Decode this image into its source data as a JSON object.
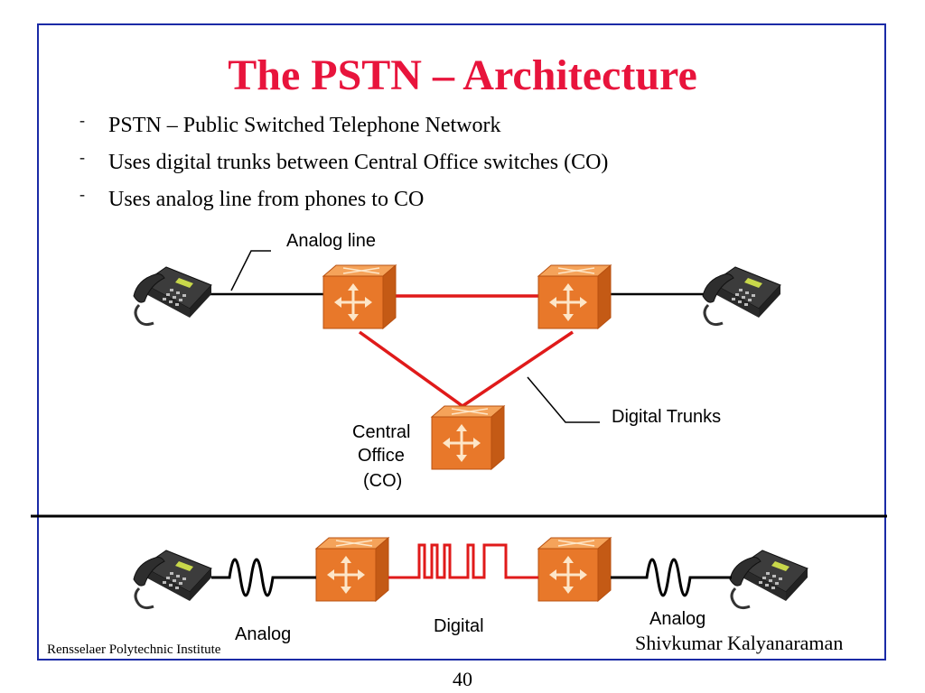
{
  "slide": {
    "title": "The PSTN – Architecture",
    "bullets": [
      {
        "marker": "-",
        "text": "PSTN – Public Switched Telephone Network"
      },
      {
        "marker": "-",
        "text": "Uses digital trunks between Central Office switches (CO)"
      },
      {
        "marker": "-",
        "text": "Uses analog line from phones to CO"
      }
    ]
  },
  "diagram": {
    "labels": {
      "analog_line": "Analog line",
      "digital_trunks": "Digital Trunks",
      "central_office_1": "Central",
      "central_office_2": "Office",
      "central_office_3": "(CO)"
    },
    "colors": {
      "trunk": "#e01a1a",
      "line": "#000000",
      "switch_front": "#e8782a",
      "switch_top": "#f5a35a",
      "switch_side": "#c45a15",
      "frame": "#1a2aa6",
      "title": "#e8143c"
    }
  },
  "signal_strip": {
    "analog_left": "Analog",
    "digital": "Digital",
    "analog_right": "Analog"
  },
  "footer": {
    "institute": "Rensselaer Polytechnic Institute",
    "author": "Shivkumar Kalyanaraman",
    "page_number": "40"
  }
}
